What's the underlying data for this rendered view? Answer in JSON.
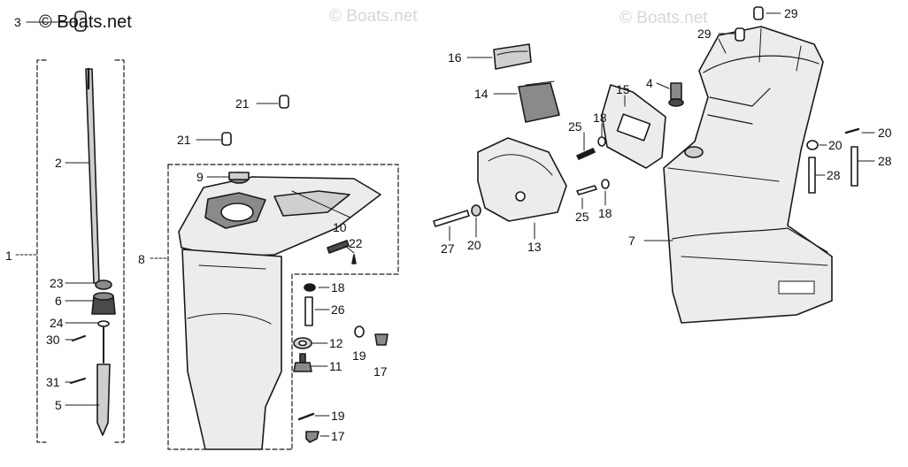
{
  "copyright": "© Boats.net",
  "watermark": "© Boats.net",
  "colors": {
    "line": "#1a1a1a",
    "fill_light": "#ececec",
    "fill_mid": "#cfcfcf",
    "fill_dark": "#8a8a8a",
    "watermark": "#d7d7d7"
  },
  "callouts": {
    "c1": "1",
    "c2": "2",
    "c3": "3",
    "c5": "5",
    "c6": "6",
    "c23": "23",
    "c24": "24",
    "c30": "30",
    "c31": "31",
    "c8": "8",
    "c9": "9",
    "c10": "10",
    "c21a": "21",
    "c21b": "21",
    "c22": "22",
    "c18a": "18",
    "c26": "26",
    "c12": "12",
    "c11": "11",
    "c19a": "19",
    "c17a": "17",
    "c19b": "19",
    "c17b": "17",
    "c16": "16",
    "c14": "14",
    "c13": "13",
    "c27": "27",
    "c20a": "20",
    "c25a": "25",
    "c18b": "18",
    "c15": "15",
    "c4": "4",
    "c25b": "25",
    "c18c": "18",
    "c29a": "29",
    "c29b": "29",
    "c7": "7",
    "c20b": "20",
    "c20c": "20",
    "c28a": "28",
    "c28b": "28"
  }
}
